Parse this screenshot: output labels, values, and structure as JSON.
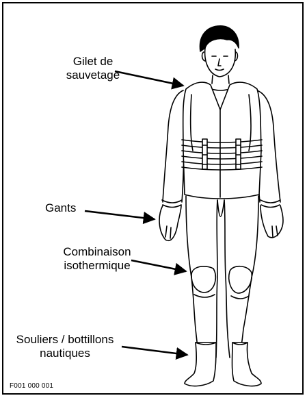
{
  "labels": {
    "life_jacket": [
      "Gilet de",
      "sauvetage"
    ],
    "gloves": "Gants",
    "wetsuit": [
      "Combinaison",
      "isothermique"
    ],
    "boots": [
      "Souliers / bottillons",
      "nautiques"
    ]
  },
  "figure_code": "F001 000 001",
  "colors": {
    "ink": "#000000",
    "paper": "#ffffff"
  }
}
